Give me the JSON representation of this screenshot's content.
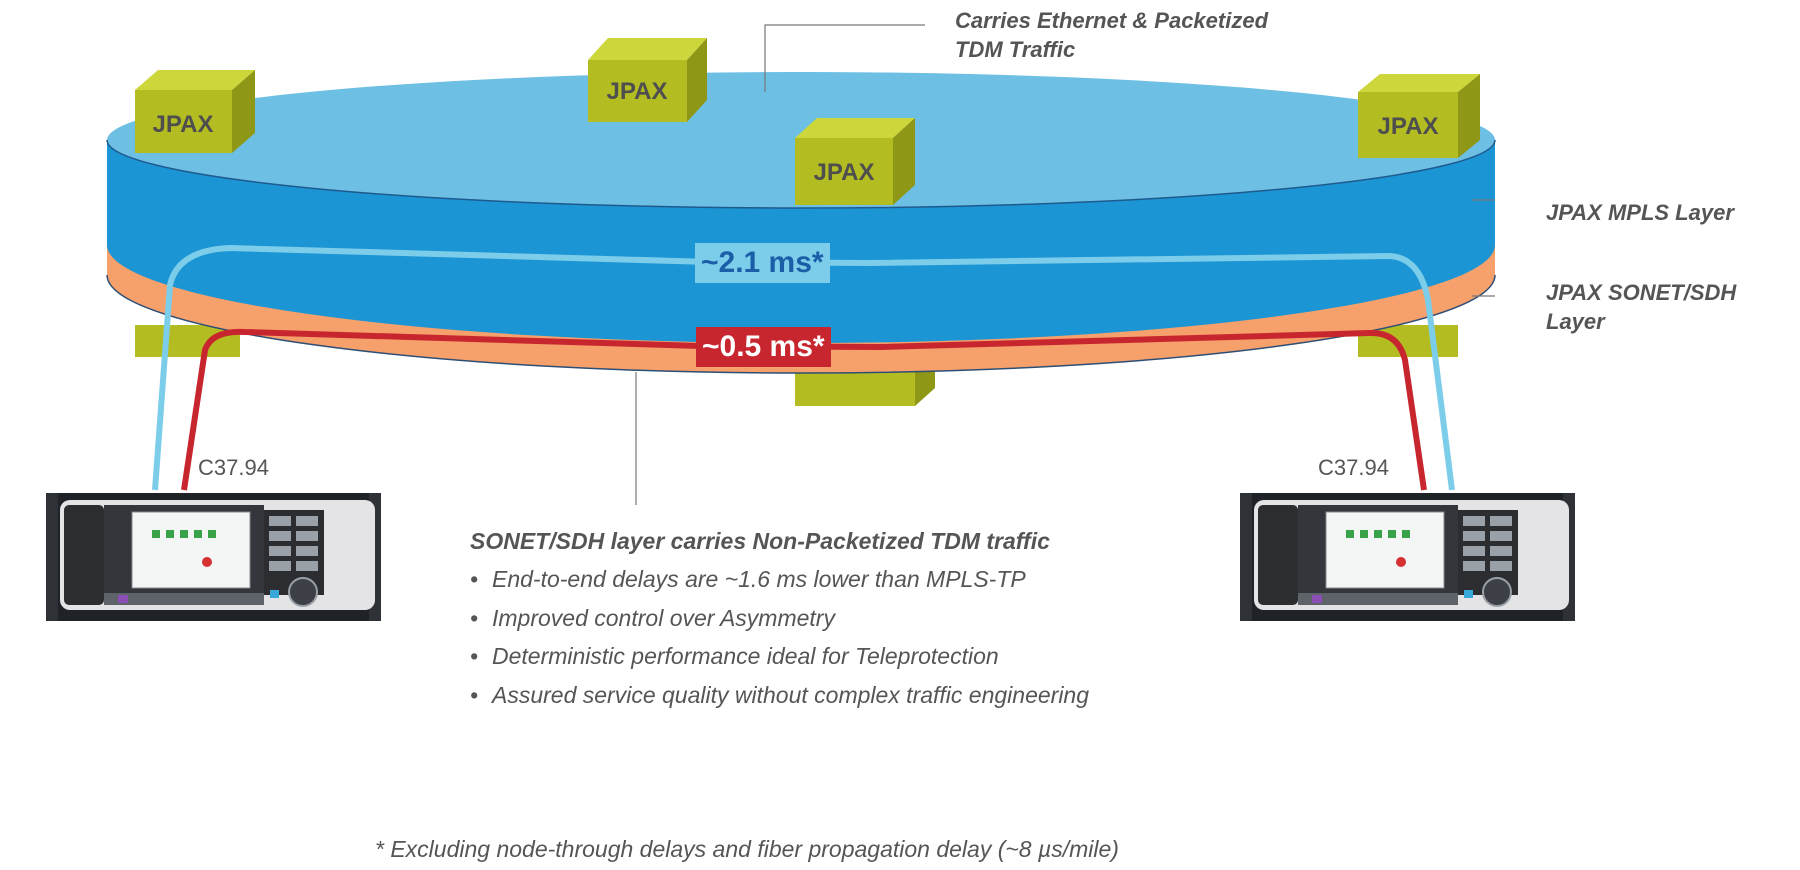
{
  "colors": {
    "mpls_top": "#6dbfe3",
    "mpls_side": "#1b95d3",
    "sonet_band": "#f6a06c",
    "jpax_node": "#b3bd22",
    "mpls_path": "#7ccdea",
    "sonet_path": "#c8262f",
    "text": "#555555"
  },
  "labels": {
    "top_callout_line1": "Carries Ethernet & Packetized",
    "top_callout_line2": "TDM Traffic",
    "mpls_layer": "JPAX MPLS Layer",
    "sonet_layer_line1": "JPAX SONET/SDH",
    "sonet_layer_line2": "Layer"
  },
  "nodes": [
    "JPAX",
    "JPAX",
    "JPAX",
    "JPAX"
  ],
  "delays": {
    "mpls": "~2.1 ms*",
    "sonet": "~0.5 ms*"
  },
  "devices": {
    "left_port": "C37.94",
    "right_port": "C37.94"
  },
  "callout": {
    "title": "SONET/SDH layer carries Non-Packetized TDM traffic",
    "bullets": [
      "End-to-end delays are ~1.6 ms lower than MPLS-TP",
      "Improved control over Asymmetry",
      "Deterministic performance ideal for Teleprotection",
      "Assured service quality without complex traffic engineering"
    ]
  },
  "footnote": "* Excluding node-through delays and fiber propagation delay (~8 µs/mile)"
}
